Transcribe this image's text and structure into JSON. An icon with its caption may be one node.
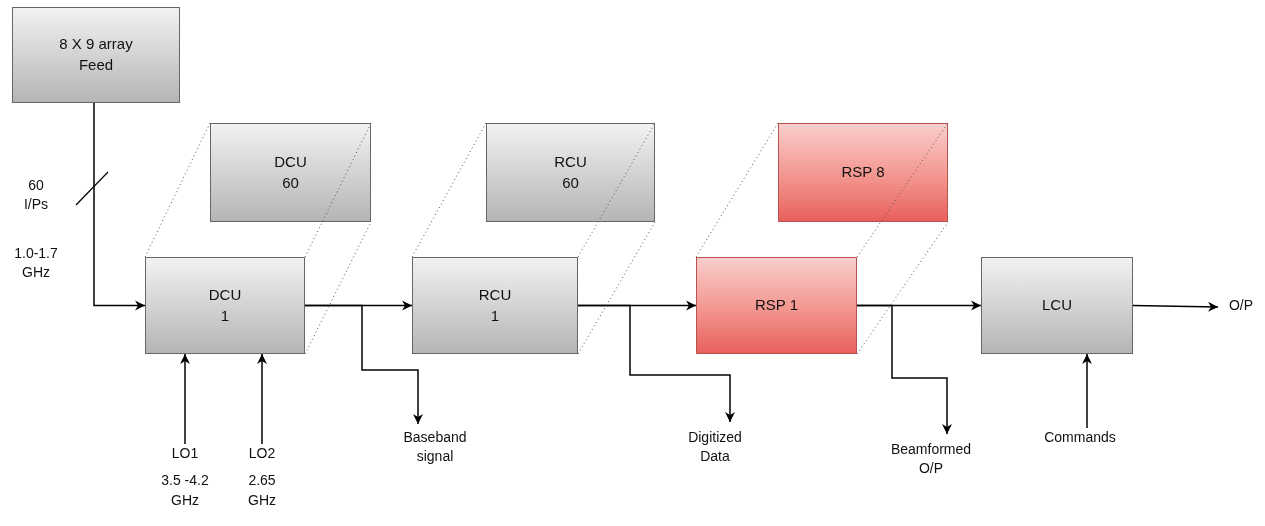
{
  "diagram": {
    "nodes": [
      {
        "text": [
          "8 X 9 array Feed"
        ]
      },
      {
        "text": [
          "DCU 60"
        ]
      },
      {
        "text": [
          "RCU 60"
        ]
      },
      {
        "text": [
          "RSP 8"
        ]
      },
      {
        "text": [
          "DCU 1"
        ]
      },
      {
        "text": [
          "RCU 1"
        ]
      },
      {
        "text": [
          "RSP 1"
        ]
      },
      {
        "text": [
          "LCU"
        ]
      },
      {
        "text": [
          "O/P"
        ]
      },
      {
        "text": [
          "LO1",
          "3.5 -4.2 GHz"
        ]
      },
      {
        "text": [
          "LO2",
          "2.65 GHz"
        ]
      },
      {
        "text": [
          "Baseband signal"
        ]
      },
      {
        "text": [
          "Digitized Data"
        ]
      },
      {
        "text": [
          "Beamformed O/P"
        ]
      },
      {
        "text": [
          "Commands"
        ]
      }
    ],
    "edges": [
      {
        "from": 0,
        "to": 4,
        "arrow": "to"
      },
      {
        "from": 4,
        "to": 5,
        "arrow": "to"
      },
      {
        "from": 5,
        "to": 6,
        "arrow": "to"
      },
      {
        "from": 6,
        "to": 7,
        "arrow": "to"
      },
      {
        "from": 7,
        "to": 8,
        "arrow": "to"
      },
      {
        "from": 9,
        "to": 4,
        "arrow": "to"
      },
      {
        "from": 10,
        "to": 4,
        "arrow": "to"
      },
      {
        "from": 4,
        "to": 11,
        "arrow": "to"
      },
      {
        "from": 5,
        "to": 12,
        "arrow": "to"
      },
      {
        "from": 6,
        "to": 13,
        "arrow": "to"
      },
      {
        "from": 14,
        "to": 7,
        "arrow": "to"
      },
      {
        "from": 4,
        "to": 1,
        "arrow": "none",
        "style": "dashed"
      },
      {
        "from": 4,
        "to": 1,
        "arrow": "none",
        "style": "dashed"
      },
      {
        "from": 4,
        "to": 1,
        "arrow": "none",
        "style": "dashed"
      },
      {
        "from": 5,
        "to": 2,
        "arrow": "none",
        "style": "dashed"
      },
      {
        "from": 5,
        "to": 2,
        "arrow": "none",
        "style": "dashed"
      },
      {
        "from": 5,
        "to": 2,
        "arrow": "none",
        "style": "dashed"
      },
      {
        "from": 6,
        "to": 3,
        "arrow": "none",
        "style": "dashed"
      },
      {
        "from": 6,
        "to": 3,
        "arrow": "none",
        "style": "dashed"
      },
      {
        "from": 6,
        "to": 3,
        "arrow": "none",
        "style": "dashed"
      }
    ],
    "labels": [
      "60 I/Ps",
      "1.0-1.7 GHz"
    ]
  }
}
